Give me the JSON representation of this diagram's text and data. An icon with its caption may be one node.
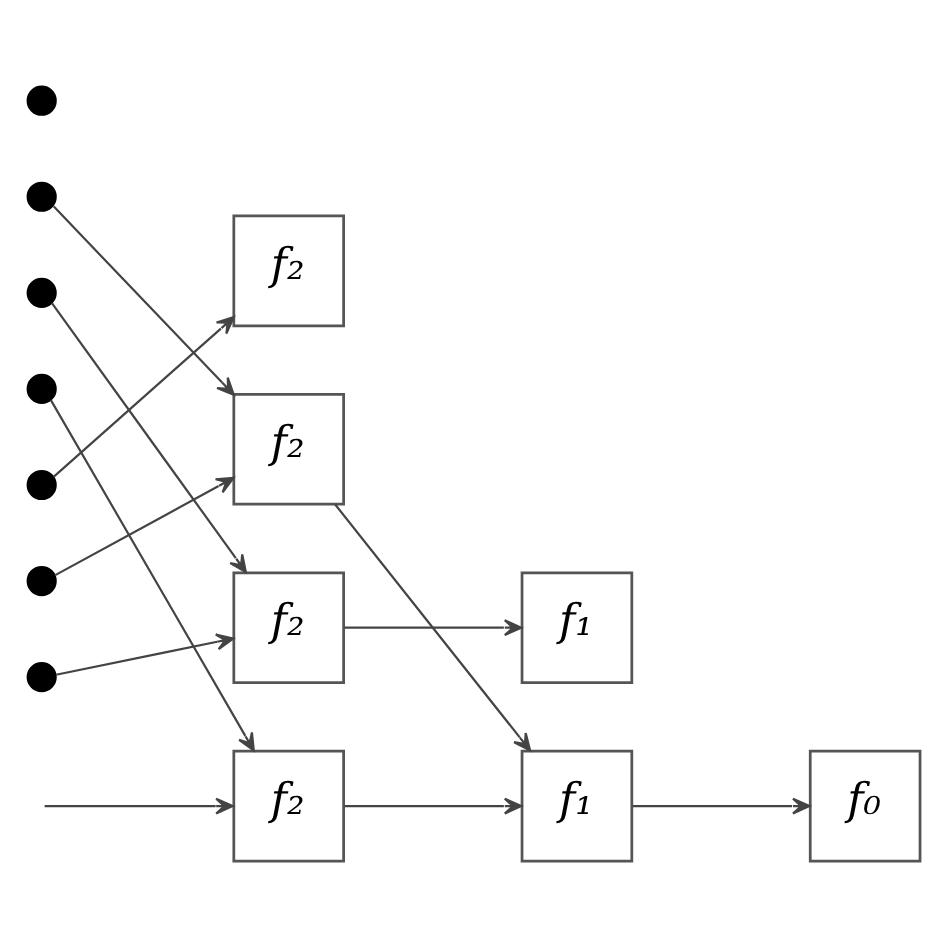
{
  "diagram": {
    "nodes": [
      {
        "text": [],
        "shape": "circle"
      },
      {
        "text": [],
        "shape": "circle"
      },
      {
        "text": [],
        "shape": "circle"
      },
      {
        "text": [],
        "shape": "circle"
      },
      {
        "text": [],
        "shape": "circle"
      },
      {
        "text": [],
        "shape": "circle"
      },
      {
        "text": [],
        "shape": "circle"
      },
      {
        "text": [
          "f₂"
        ]
      },
      {
        "text": [
          "f₂"
        ]
      },
      {
        "text": [
          "f₂"
        ]
      },
      {
        "text": [
          "f₂"
        ]
      },
      {
        "text": [
          "f₁"
        ]
      },
      {
        "text": [
          "f₁"
        ]
      },
      {
        "text": [
          "f₀"
        ]
      }
    ],
    "edges": [
      {
        "from": 1,
        "to": 8,
        "arrow": "to"
      },
      {
        "from": 2,
        "to": 9,
        "arrow": "to"
      },
      {
        "from": 3,
        "to": 10,
        "arrow": "to"
      },
      {
        "from": 4,
        "to": 7,
        "arrow": "to"
      },
      {
        "from": 5,
        "to": 8,
        "arrow": "to"
      },
      {
        "from": 6,
        "to": 9,
        "arrow": "to"
      },
      {
        "from": null,
        "to": 10,
        "arrow": "to"
      },
      {
        "from": 8,
        "to": 12,
        "arrow": "to"
      },
      {
        "from": 9,
        "to": 11,
        "arrow": "to"
      },
      {
        "from": 10,
        "to": 12,
        "arrow": "to"
      },
      {
        "from": 12,
        "to": 13,
        "arrow": "to"
      }
    ]
  }
}
